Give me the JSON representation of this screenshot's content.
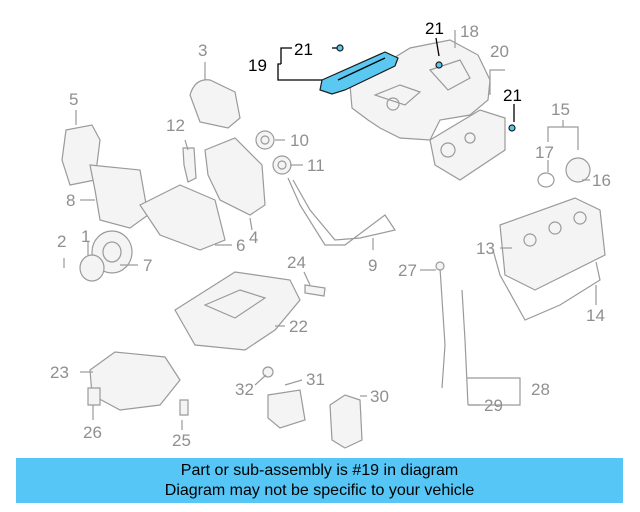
{
  "highlight_color": "#5ac8f0",
  "banner": {
    "line1": "Part or sub-assembly is #19 in diagram",
    "line2": "Diagram may not be specific to your vehicle",
    "bg_color": "#55c6f5"
  },
  "callouts": {
    "c2": "2",
    "c3": "3",
    "c4": "4",
    "c5": "5",
    "c6": "6",
    "c7": "7",
    "c8": "8",
    "c9": "9",
    "c10": "10",
    "c11": "11",
    "c12": "12",
    "c13": "13",
    "c14": "14",
    "c15": "15",
    "c16": "16",
    "c17": "17",
    "c18": "18",
    "c19": "19",
    "c20": "20",
    "c21a": "21",
    "c21b": "21",
    "c21c": "21",
    "c22": "22",
    "c23": "23",
    "c24": "24",
    "c25": "25",
    "c26": "26",
    "c27": "27",
    "c28": "28",
    "c29": "29",
    "c30": "30",
    "c31": "31",
    "c32": "32"
  }
}
